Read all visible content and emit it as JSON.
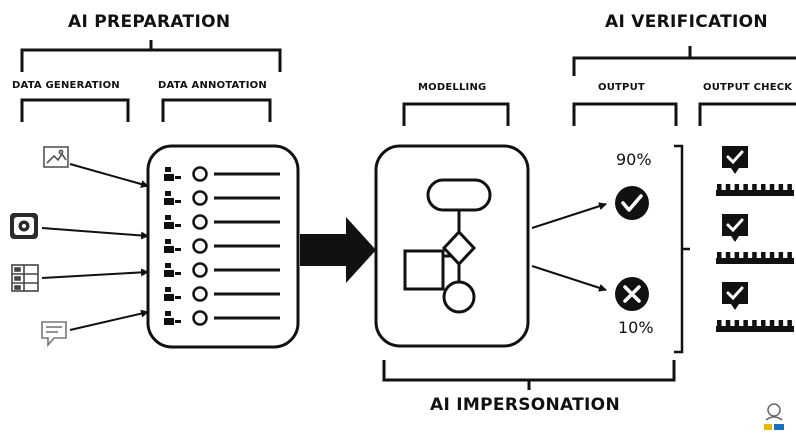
{
  "headers": {
    "ai_preparation": "AI PREPARATION",
    "ai_verification": "AI VERIFICATION",
    "ai_impersonation": "AI IMPERSONATION"
  },
  "subheaders": {
    "data_generation": "DATA GENERATION",
    "data_annotation": "DATA ANNOTATION",
    "modelling": "MODELLING",
    "output": "OUTPUT",
    "output_check": "OUTPUT CHECK"
  },
  "outputs": {
    "success_pct": "90%",
    "failure_pct": "10%"
  },
  "data_sources": [
    "image-icon",
    "camera-icon",
    "form-icon",
    "chat-icon"
  ],
  "annotation_rows": 7,
  "colors": {
    "ink": "#111111",
    "background": "#ffffff"
  }
}
